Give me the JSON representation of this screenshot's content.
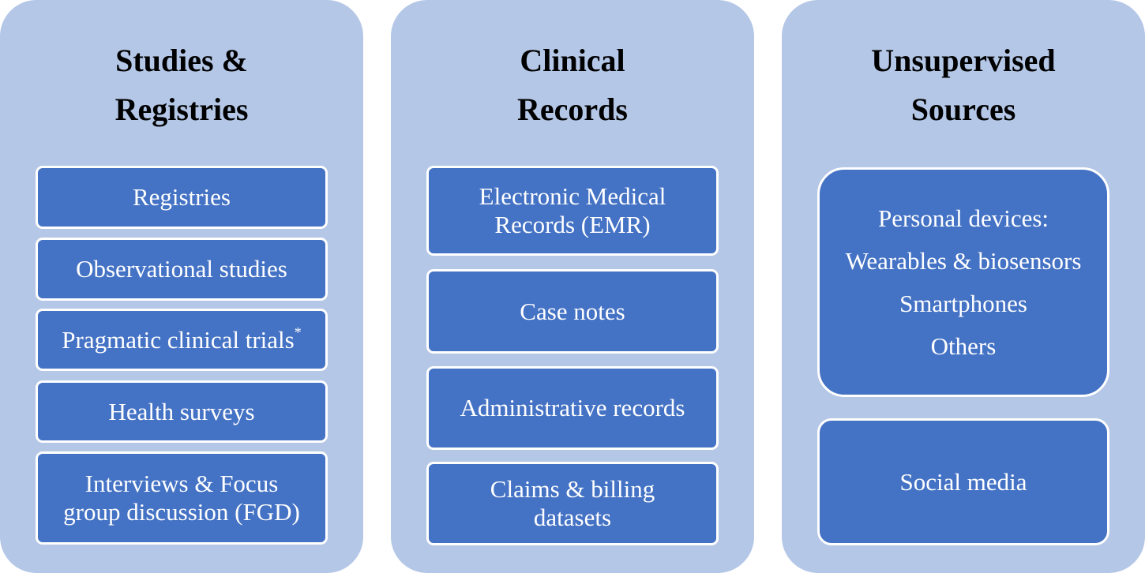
{
  "columns": [
    {
      "title": [
        "Studies &",
        "Registries"
      ],
      "boxes": [
        {
          "lines": [
            "Registries"
          ]
        },
        {
          "lines": [
            "Observational studies"
          ]
        },
        {
          "lines": [
            "Pragmatic clinical trials"
          ],
          "superscript": "*"
        },
        {
          "lines": [
            "Health surveys"
          ]
        },
        {
          "lines": [
            "Interviews & Focus",
            "group discussion (FGD)"
          ]
        }
      ]
    },
    {
      "title": [
        "Clinical",
        "Records"
      ],
      "boxes": [
        {
          "lines": [
            "Electronic Medical",
            "Records (EMR)"
          ]
        },
        {
          "lines": [
            "Case notes"
          ]
        },
        {
          "lines": [
            "Administrative records"
          ]
        },
        {
          "lines": [
            "Claims & billing",
            "datasets"
          ]
        }
      ]
    },
    {
      "title": [
        "Unsupervised",
        "Sources"
      ],
      "boxes": [
        {
          "lines": [
            "Personal devices:",
            "Wearables & biosensors",
            "Smartphones",
            "Others"
          ]
        },
        {
          "lines": [
            "Social media"
          ]
        }
      ]
    }
  ],
  "colors": {
    "page_background": "#ffffff",
    "column_background": "#b4c7e7",
    "box_fill": "#4472c4",
    "box_border": "#ffffff",
    "title_text": "#000000",
    "box_text": "#ffffff"
  }
}
